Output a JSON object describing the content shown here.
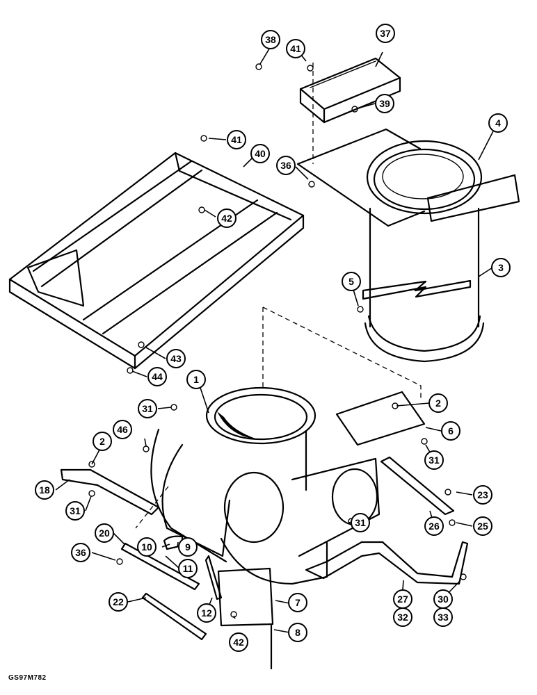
{
  "figure_code": "GS97M782",
  "callouts": [
    {
      "label": "1"
    },
    {
      "label": "2"
    },
    {
      "label": "2"
    },
    {
      "label": "3"
    },
    {
      "label": "4"
    },
    {
      "label": "5"
    },
    {
      "label": "6"
    },
    {
      "label": "7"
    },
    {
      "label": "8"
    },
    {
      "label": "9"
    },
    {
      "label": "10"
    },
    {
      "label": "11"
    },
    {
      "label": "12"
    },
    {
      "label": "18"
    },
    {
      "label": "20"
    },
    {
      "label": "22"
    },
    {
      "label": "23"
    },
    {
      "label": "25"
    },
    {
      "label": "26"
    },
    {
      "label": "27"
    },
    {
      "label": "30"
    },
    {
      "label": "31"
    },
    {
      "label": "31"
    },
    {
      "label": "31"
    },
    {
      "label": "31"
    },
    {
      "label": "32"
    },
    {
      "label": "33"
    },
    {
      "label": "36"
    },
    {
      "label": "36"
    },
    {
      "label": "37"
    },
    {
      "label": "38"
    },
    {
      "label": "39"
    },
    {
      "label": "40"
    },
    {
      "label": "41"
    },
    {
      "label": "41"
    },
    {
      "label": "42"
    },
    {
      "label": "42"
    },
    {
      "label": "43"
    },
    {
      "label": "44"
    },
    {
      "label": "46"
    }
  ]
}
